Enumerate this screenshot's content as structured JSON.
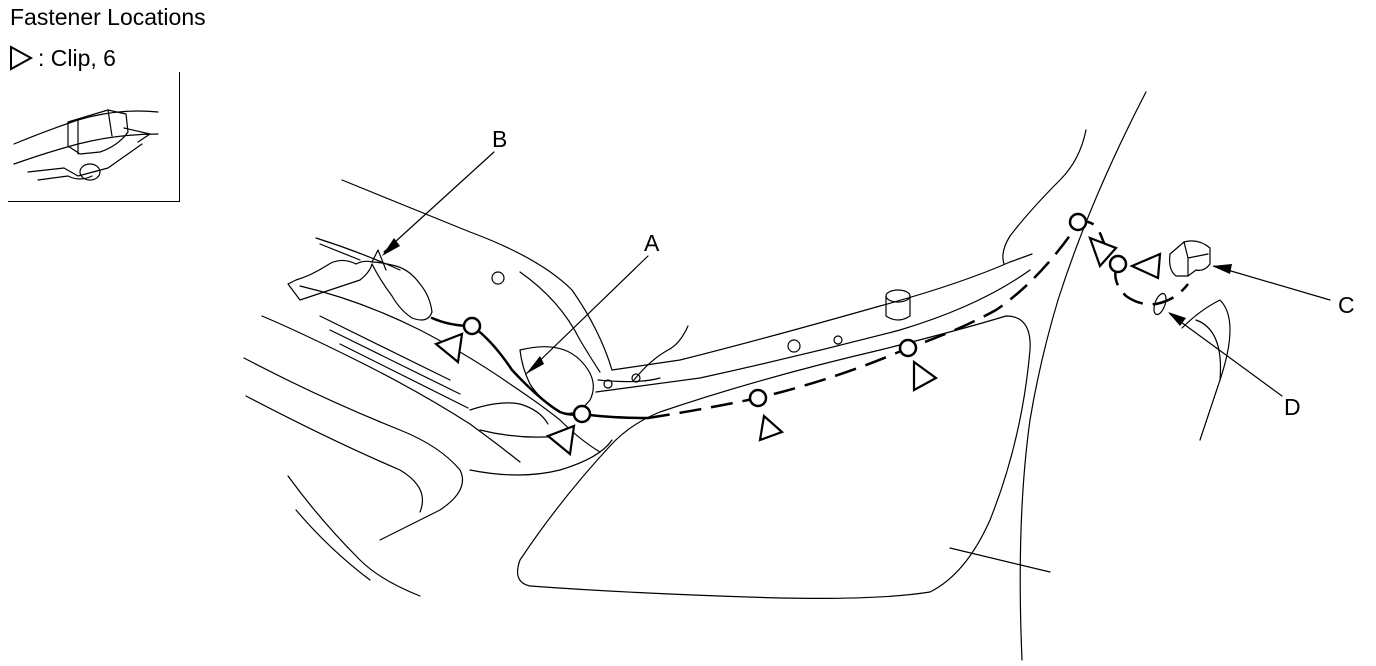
{
  "header": {
    "title": "Fastener Locations",
    "legend_label": ": Clip, 6"
  },
  "callouts": {
    "a": "A",
    "b": "B",
    "c": "C",
    "d": "D"
  },
  "icons": {
    "legend_symbol": "clip-triangle-icon"
  }
}
